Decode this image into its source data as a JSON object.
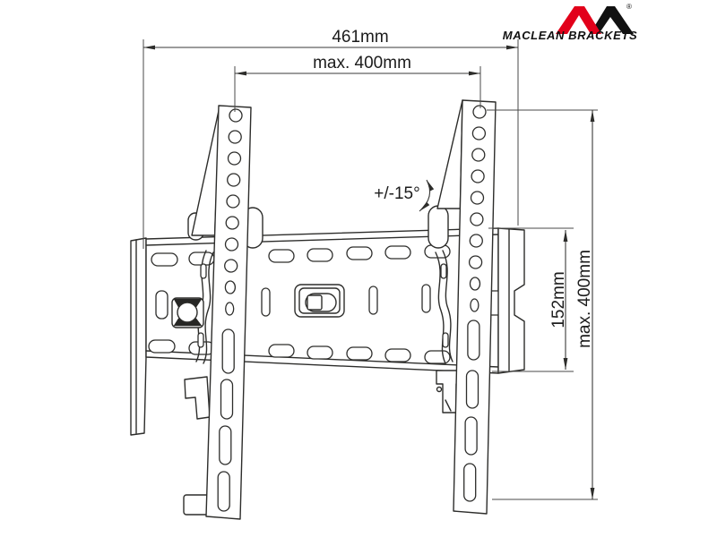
{
  "logo": {
    "brand": "MACLEAN BRACKETS",
    "registered": "®"
  },
  "colors": {
    "logo_red": "#e2001a",
    "logo_black": "#111111",
    "line": "#2d2d2b"
  },
  "dimensions": {
    "total_width": {
      "label": "461mm"
    },
    "vesa_width_max": {
      "label": "max. 400mm"
    },
    "tilt_range": {
      "label": "+/-15°"
    },
    "bracket_height": {
      "label": "152mm"
    },
    "vesa_height_max": {
      "label": "max. 400mm"
    }
  }
}
